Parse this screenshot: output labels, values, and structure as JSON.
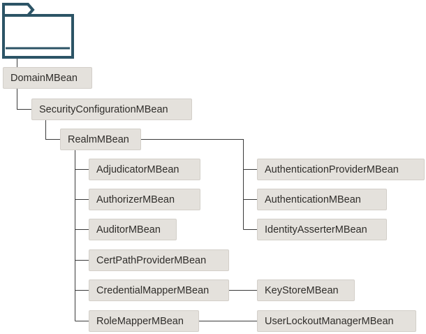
{
  "diagram": {
    "nodes": {
      "domain": "DomainMBean",
      "security_configuration": "SecurityConfigurationMBean",
      "realm": "RealmMBean",
      "adjudicator": "AdjudicatorMBean",
      "authorizer": "AuthorizerMBean",
      "auditor": "AuditorMBean",
      "cert_path_provider": "CertPathProviderMBean",
      "credential_mapper": "CredentialMapperMBean",
      "role_mapper": "RoleMapperMBean",
      "authentication_provider": "AuthenticationProviderMBean",
      "authentication": "AuthenticationMBean",
      "identity_asserter": "IdentityAsserterMBean",
      "key_store": "KeyStoreMBean",
      "user_lockout_manager": "UserLockoutManagerMBean"
    },
    "icon": "folder-icon",
    "colors": {
      "node_fill": "#e4e1dc",
      "node_border": "#d3cfc9",
      "connector": "#3a3a3a",
      "folder_stroke": "#2c5466"
    }
  }
}
